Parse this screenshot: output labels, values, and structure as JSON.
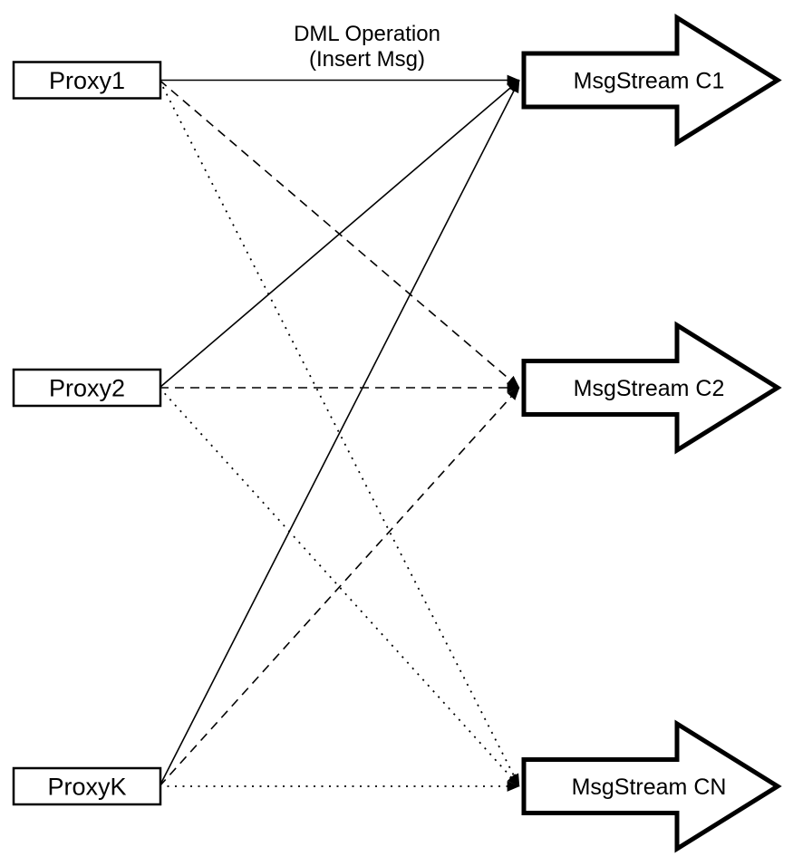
{
  "diagram": {
    "title": {
      "line1": "DML Operation",
      "line2": "(Insert Msg)"
    },
    "proxies": [
      {
        "label": "Proxy1"
      },
      {
        "label": "Proxy2"
      },
      {
        "label": "ProxyK"
      }
    ],
    "streams": [
      {
        "label": "MsgStream C1",
        "incoming_edge_style": "solid"
      },
      {
        "label": "MsgStream C2",
        "incoming_edge_style": "dashed"
      },
      {
        "label": "MsgStream CN",
        "incoming_edge_style": "dotted"
      }
    ],
    "edges": [
      {
        "from": "Proxy1",
        "to": "MsgStream C1",
        "style": "solid"
      },
      {
        "from": "Proxy2",
        "to": "MsgStream C1",
        "style": "solid"
      },
      {
        "from": "ProxyK",
        "to": "MsgStream C1",
        "style": "solid"
      },
      {
        "from": "Proxy1",
        "to": "MsgStream C2",
        "style": "dashed"
      },
      {
        "from": "Proxy2",
        "to": "MsgStream C2",
        "style": "dashed"
      },
      {
        "from": "ProxyK",
        "to": "MsgStream C2",
        "style": "dashed"
      },
      {
        "from": "Proxy1",
        "to": "MsgStream CN",
        "style": "dotted"
      },
      {
        "from": "Proxy2",
        "to": "MsgStream CN",
        "style": "dotted"
      },
      {
        "from": "ProxyK",
        "to": "MsgStream CN",
        "style": "dotted"
      }
    ],
    "colors": {
      "stroke": "#000000",
      "shape_fill": "#ffffff",
      "background": "#ffffff"
    }
  }
}
